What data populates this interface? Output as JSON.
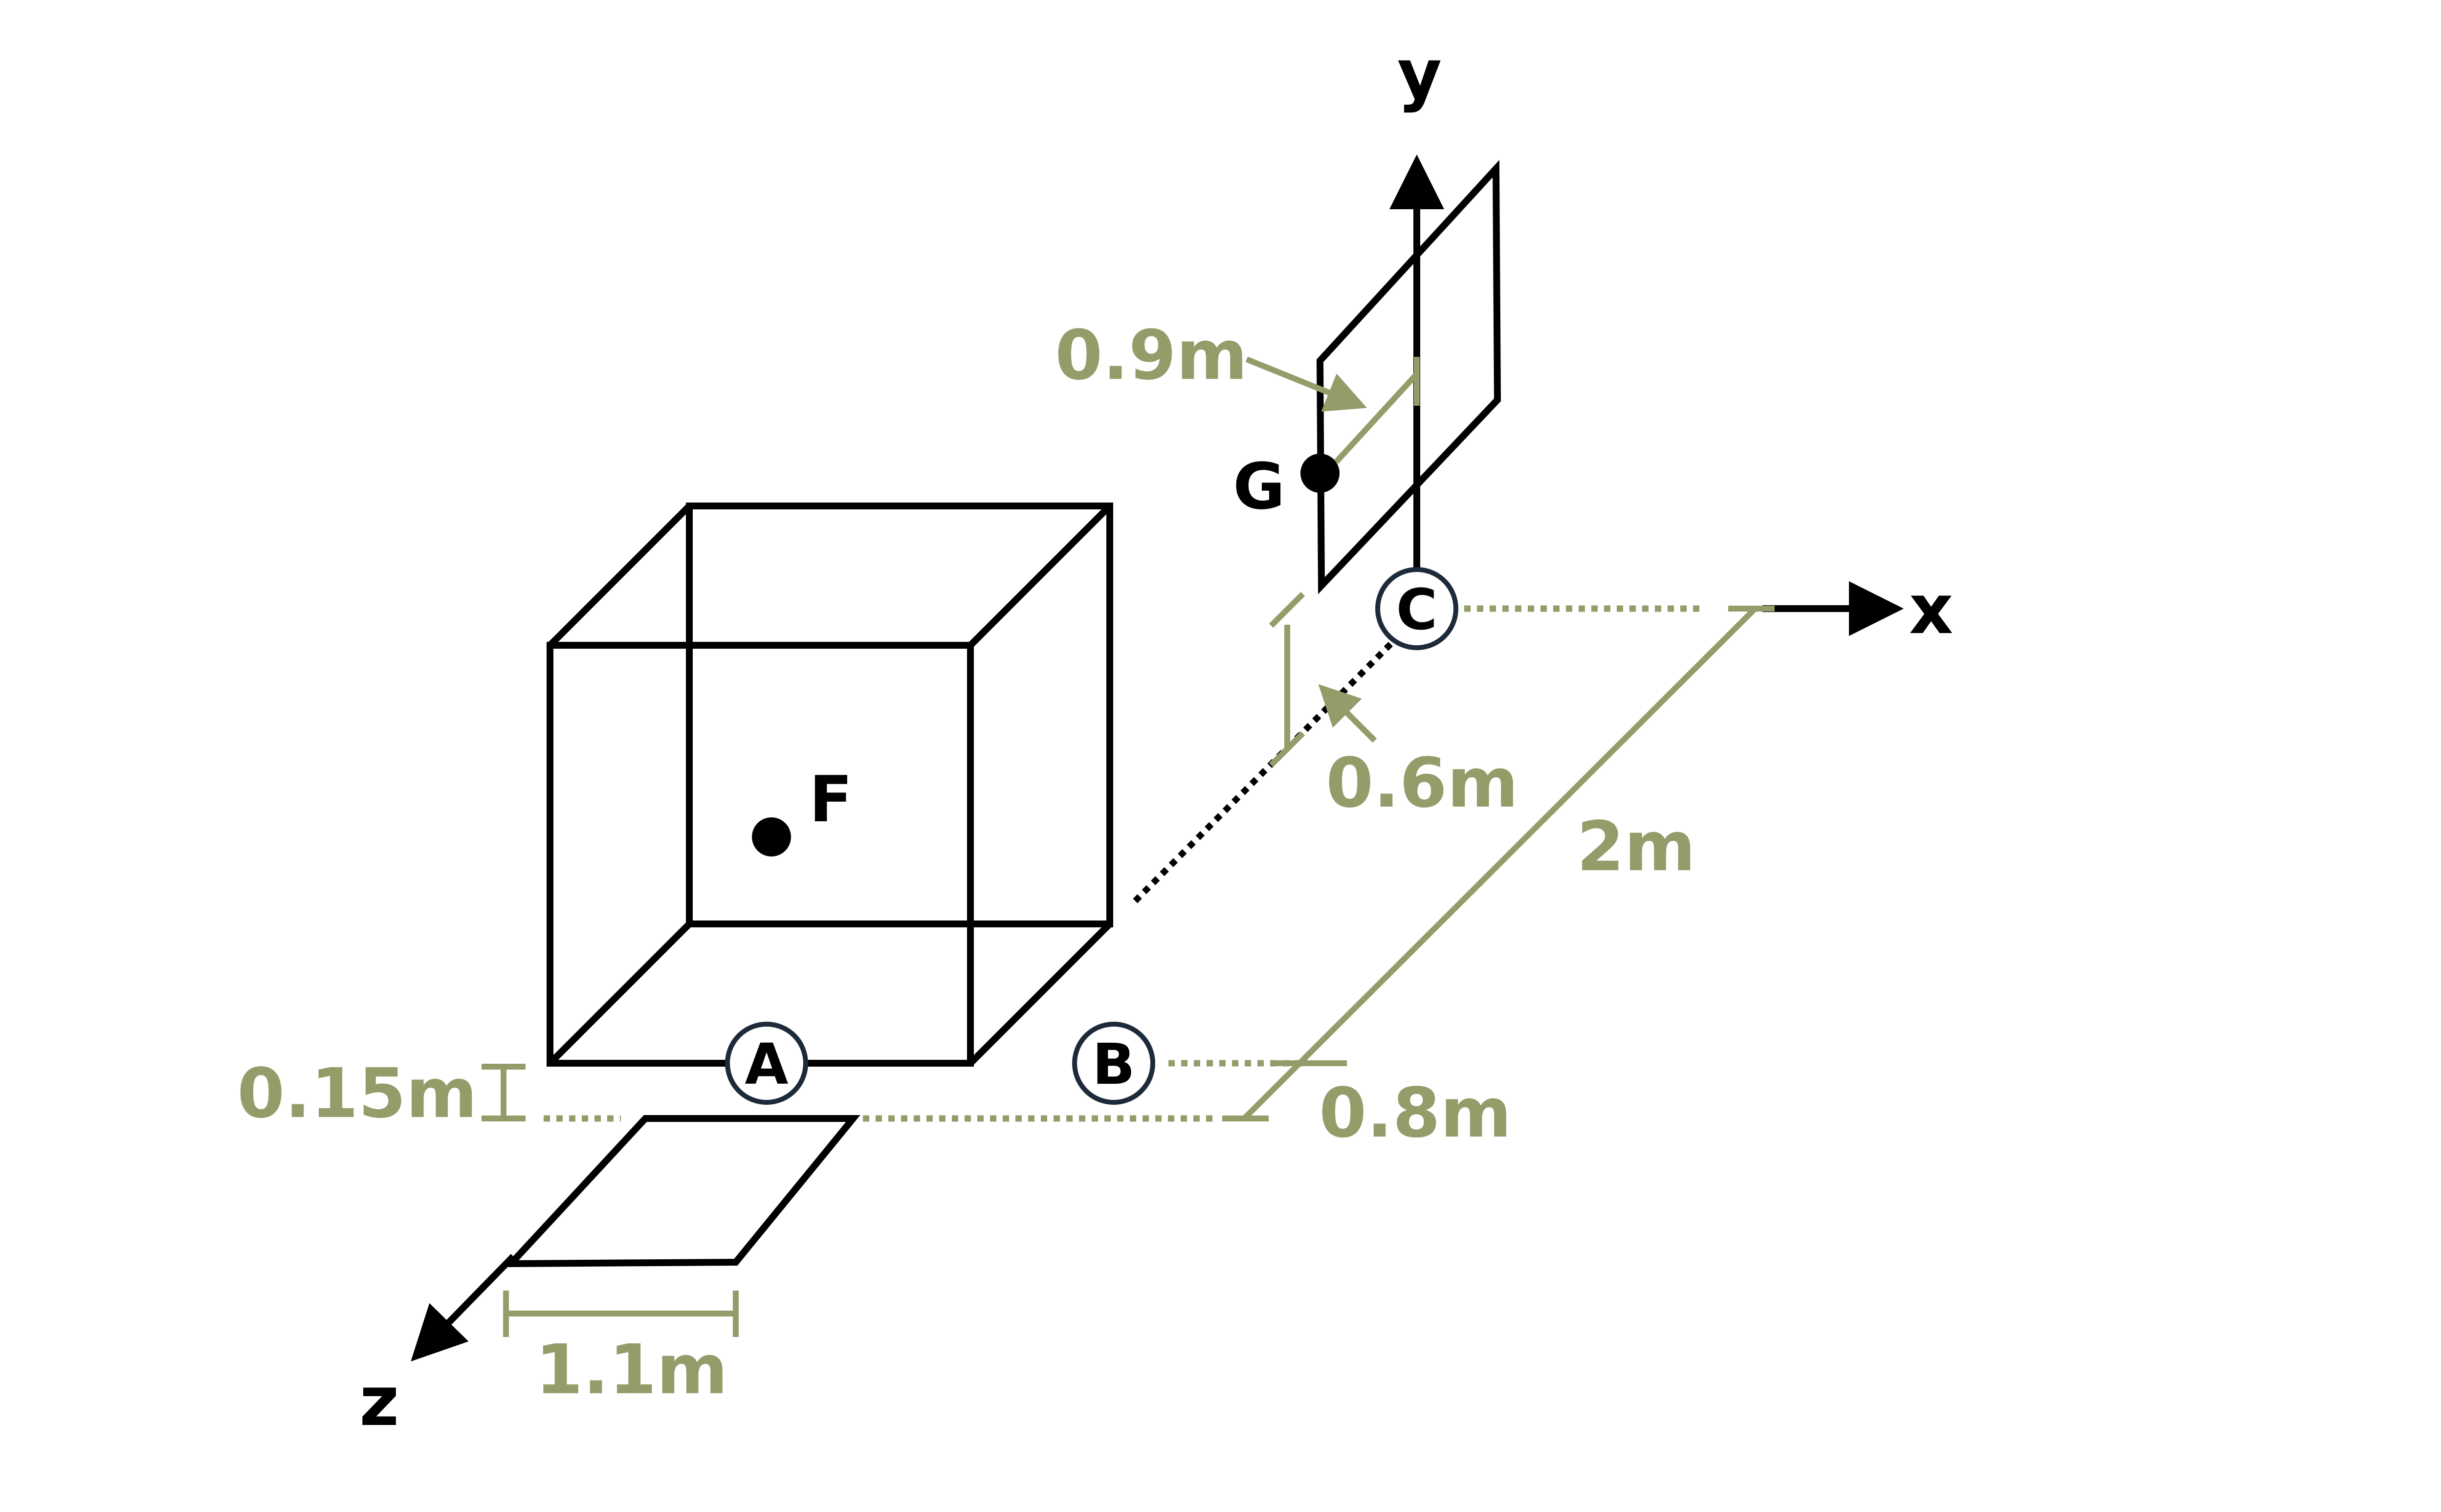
{
  "axes": {
    "x": "x",
    "y": "y",
    "z": "z"
  },
  "points": {
    "A": "A",
    "B": "B",
    "C": "C",
    "F": "F",
    "G": "G"
  },
  "dimensions": {
    "d_0_9": "0.9m",
    "d_0_6": "0.6m",
    "d_2": "2m",
    "d_0_8": "0.8m",
    "d_0_15": "0.15m",
    "d_1_1": "1.1m"
  },
  "colors": {
    "line": "#000000",
    "dimension": "#949d6a",
    "circle_stroke": "#1c2a3a"
  }
}
